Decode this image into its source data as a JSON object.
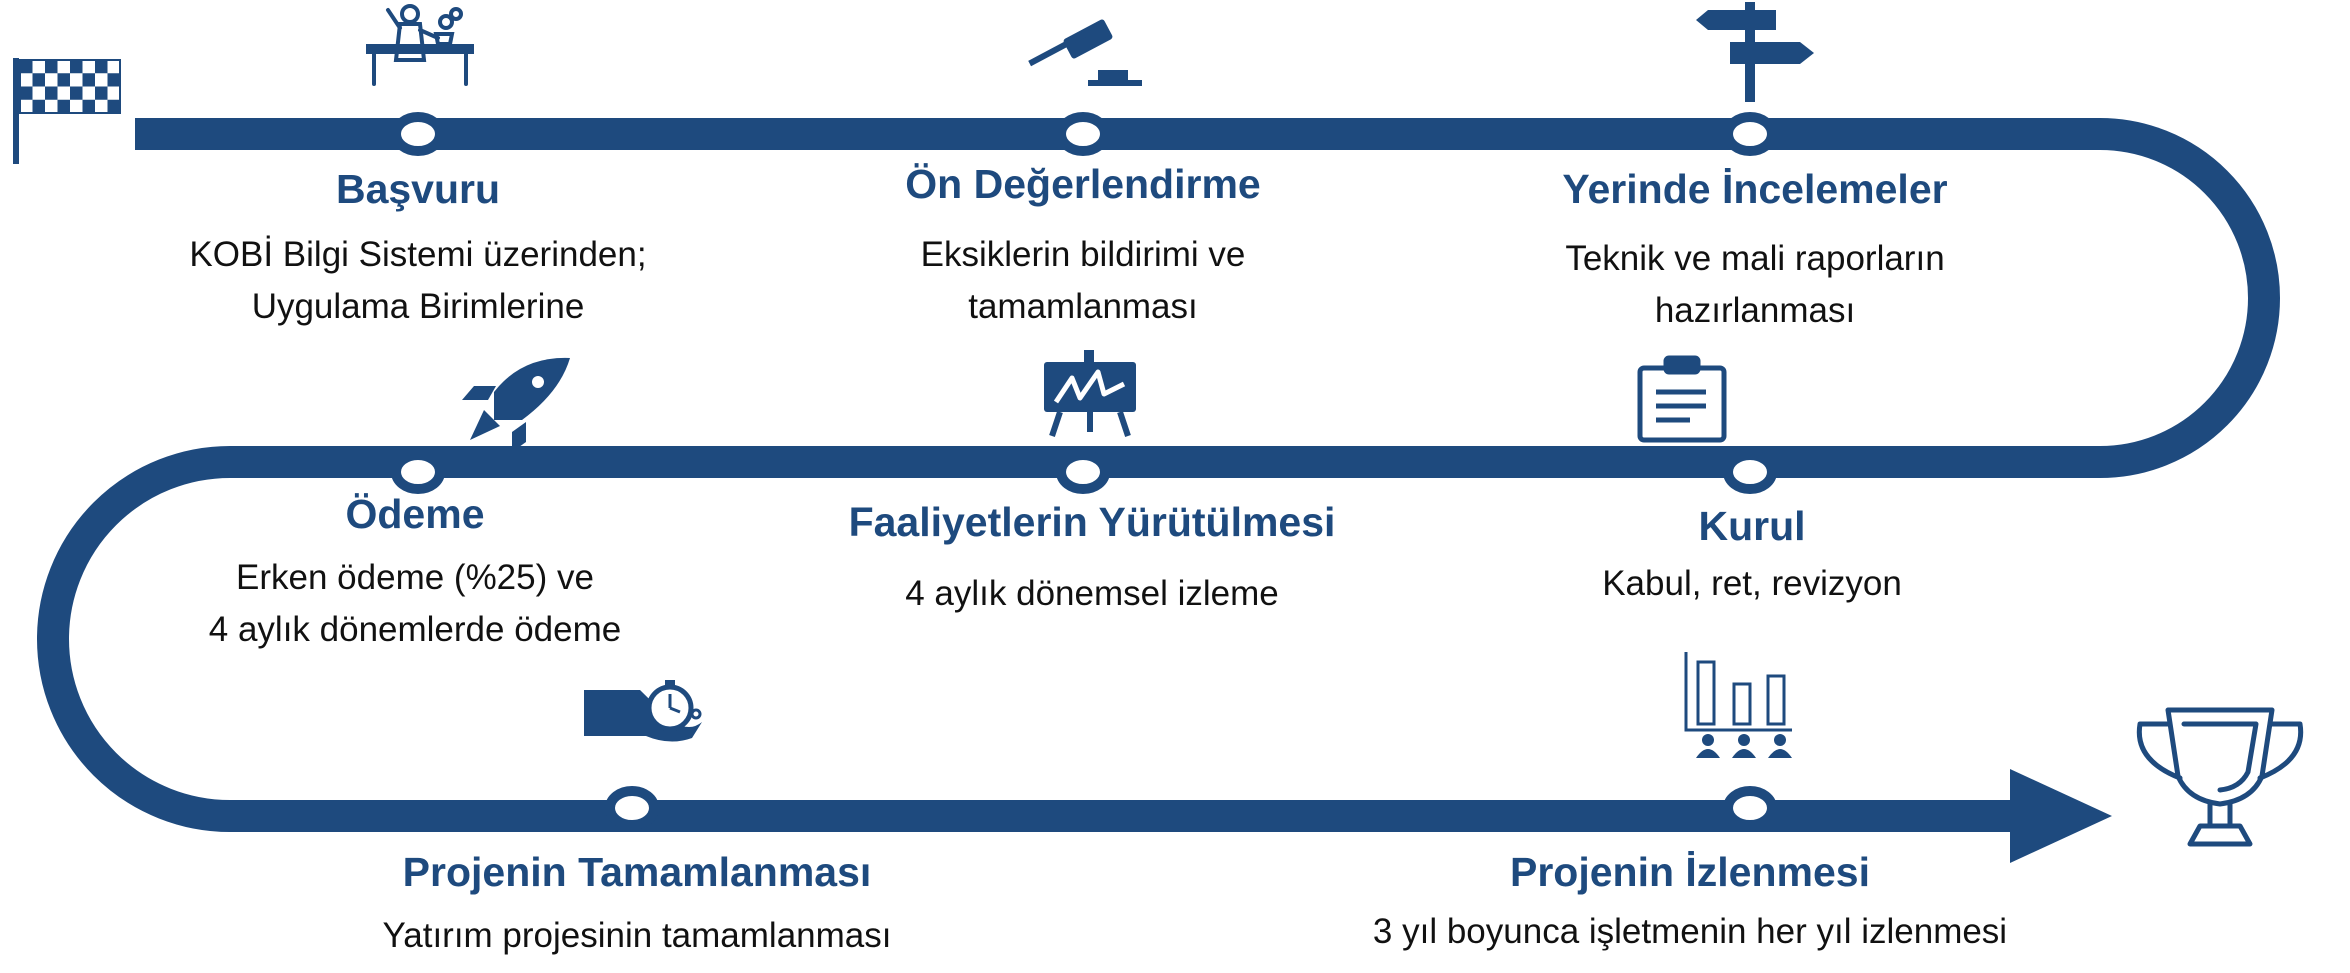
{
  "colors": {
    "primary": "#1e4a7e",
    "text": "#111111",
    "background": "#ffffff"
  },
  "start_icon": "checkered-flag-icon",
  "end_icon": "trophy-icon",
  "steps": [
    {
      "id": "basvuru",
      "title": "Başvuru",
      "icon": "scientist-at-desk-icon",
      "desc": [
        "KOBİ Bilgi Sistemi üzerinden;",
        "Uygulama Birimlerine"
      ]
    },
    {
      "id": "on-degerlendirme",
      "title": "Ön Değerlendirme",
      "icon": "gavel-icon",
      "desc": [
        "Eksiklerin  bildirimi ve",
        "tamamlanması"
      ]
    },
    {
      "id": "yerinde-incelemeler",
      "title": "Yerinde İncelemeler",
      "icon": "signpost-icon",
      "desc": [
        "Teknik ve mali raporların",
        "hazırlanması"
      ]
    },
    {
      "id": "kurul",
      "title": "Kurul",
      "icon": "clipboard-icon",
      "desc": [
        "Kabul, ret, revizyon"
      ]
    },
    {
      "id": "faaliyetlerin-yurutulmesi",
      "title": "Faaliyetlerin Yürütülmesi",
      "icon": "presentation-board-icon",
      "desc": [
        "4 aylık dönemsel izleme"
      ]
    },
    {
      "id": "odeme",
      "title": "Ödeme",
      "icon": "rocket-icon",
      "desc": [
        "Erken ödeme (%25) ve",
        "4 aylık dönemlerde ödeme"
      ]
    },
    {
      "id": "projenin-tamamlanmasi",
      "title": "Projenin Tamamlanması",
      "icon": "hand-stopwatch-icon",
      "desc": [
        "Yatırım projesinin tamamlanması"
      ]
    },
    {
      "id": "projenin-izlenmesi",
      "title": "Projenin İzlenmesi",
      "icon": "bar-chart-people-icon",
      "desc": [
        "3 yıl boyunca işletmenin her yıl izlenmesi"
      ]
    }
  ]
}
